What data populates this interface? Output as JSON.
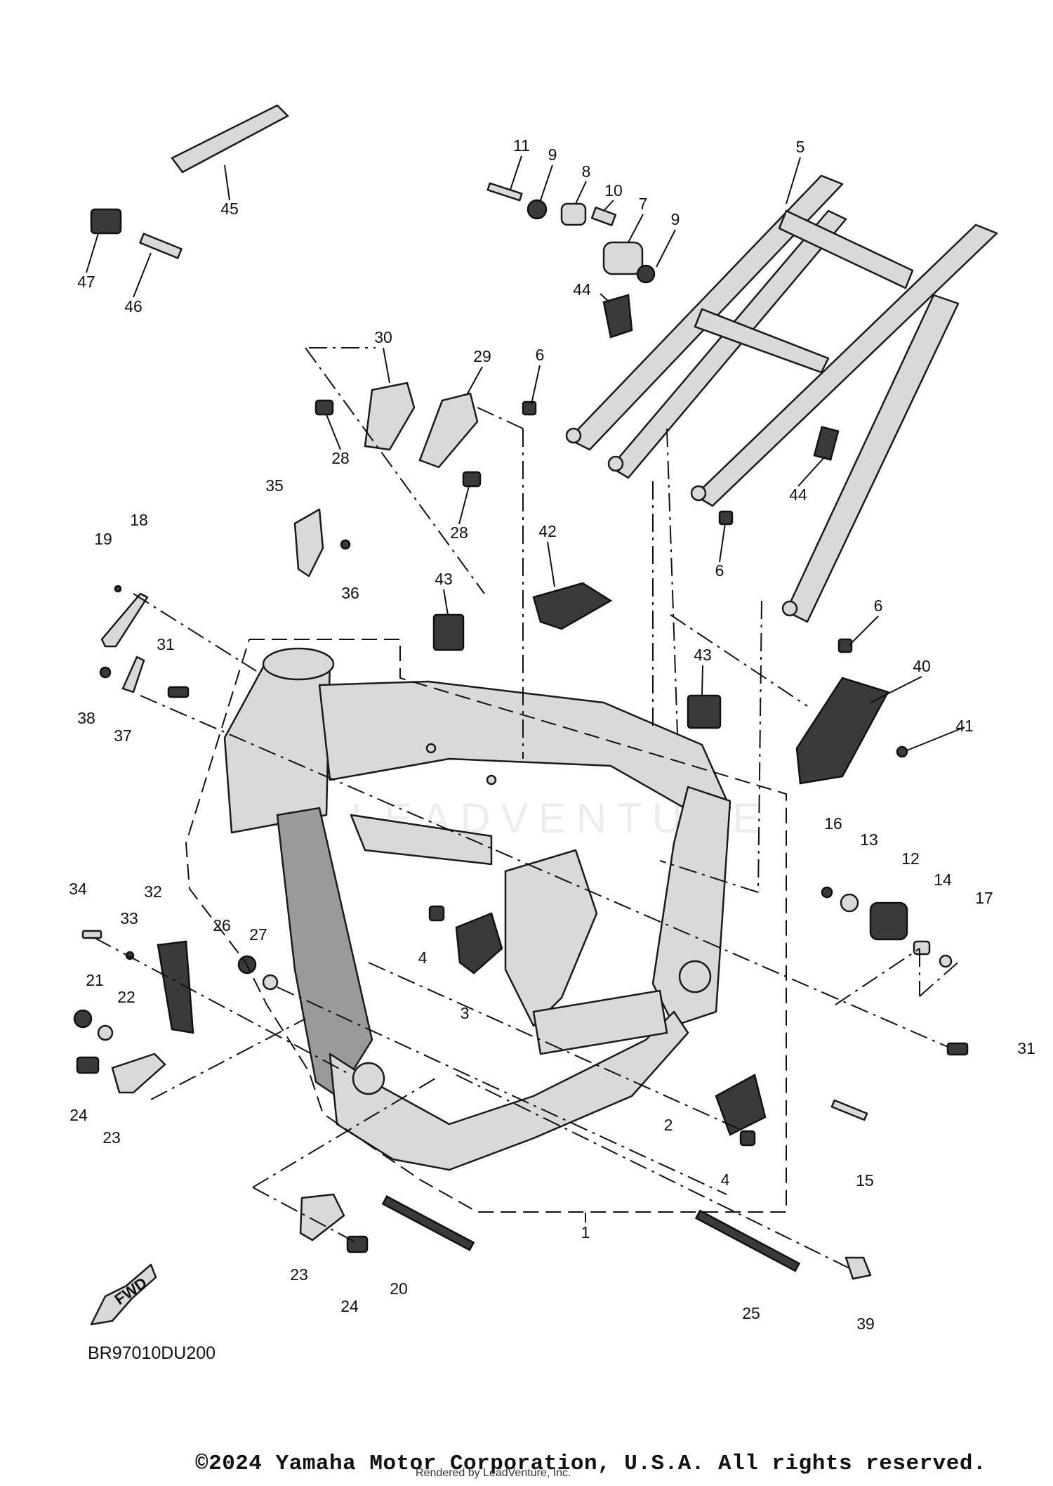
{
  "diagram": {
    "code": "BR97010DU200",
    "fwd_label": "FWD",
    "watermark": "LEADVENTURE",
    "copyright": "©2024 Yamaha Motor Corporation, U.S.A. All rights reserved.",
    "rendered_by": "Rendered by LeadVenture, Inc."
  },
  "callouts": {
    "c1": "1",
    "c2": "2",
    "c3": "3",
    "c4a": "4",
    "c4b": "4",
    "c5": "5",
    "c6a": "6",
    "c6b": "6",
    "c6c": "6",
    "c7": "7",
    "c8": "8",
    "c9a": "9",
    "c9b": "9",
    "c10": "10",
    "c11": "11",
    "c12": "12",
    "c13": "13",
    "c14": "14",
    "c15": "15",
    "c16": "16",
    "c17": "17",
    "c18": "18",
    "c19": "19",
    "c20": "20",
    "c21": "21",
    "c22": "22",
    "c23a": "23",
    "c23b": "23",
    "c24a": "24",
    "c24b": "24",
    "c25": "25",
    "c26": "26",
    "c27": "27",
    "c28a": "28",
    "c28b": "28",
    "c29": "29",
    "c30": "30",
    "c31a": "31",
    "c31b": "31",
    "c32": "32",
    "c33": "33",
    "c34": "34",
    "c35": "35",
    "c36": "36",
    "c37": "37",
    "c38": "38",
    "c39": "39",
    "c40": "40",
    "c41": "41",
    "c42": "42",
    "c43a": "43",
    "c43b": "43",
    "c44a": "44",
    "c44b": "44",
    "c45": "45",
    "c46": "46",
    "c47": "47"
  }
}
